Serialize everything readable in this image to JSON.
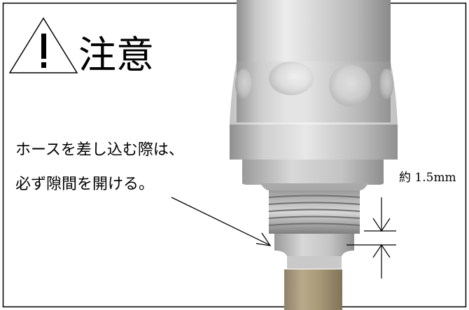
{
  "notice": {
    "heading": "注意",
    "warning_symbol": "!",
    "icon": "warning-triangle-icon"
  },
  "instructions": {
    "line1": "ホースを差し込む際は、",
    "line2": "必ず隙間を開ける。"
  },
  "dimension": {
    "label": "約 1.5mm"
  },
  "colors": {
    "frame": "#000000",
    "metal_light": "#ececec",
    "metal_mid": "#bdbdbd",
    "metal_dark": "#8a8a8a",
    "hose": "#a99a7c"
  }
}
